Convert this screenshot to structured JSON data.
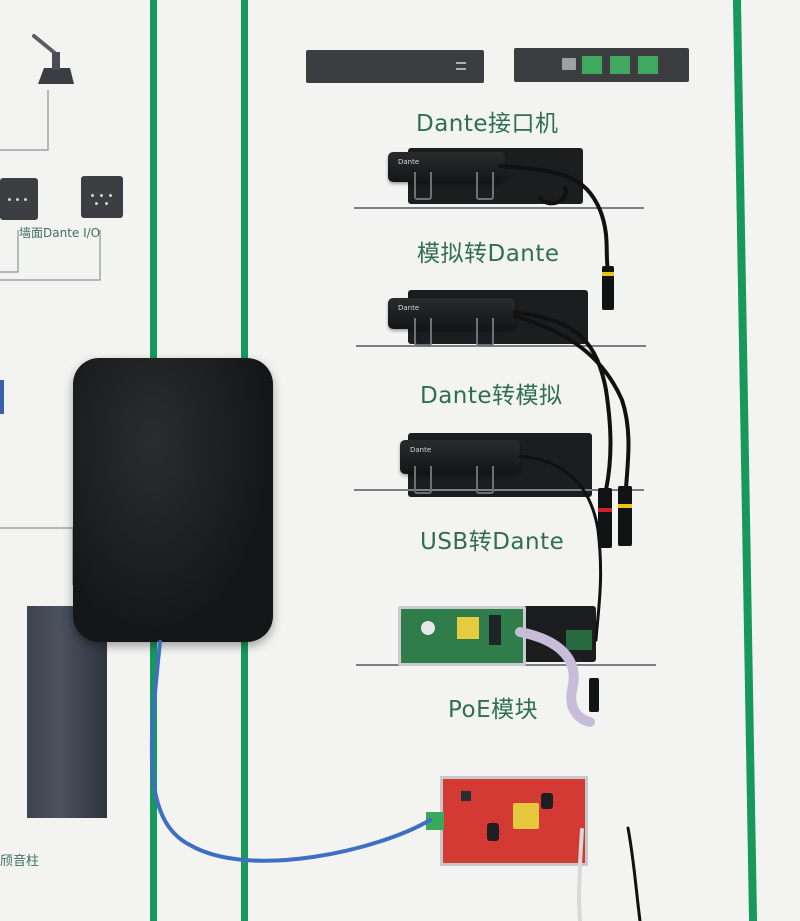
{
  "labels": {
    "dante_interface": "Dante接口机",
    "analog_to_dante": "模拟转Dante",
    "dante_to_analog": "Dante转模拟",
    "usb_to_dante": "USB转Dante",
    "poe_module": "PoE模块",
    "wall_dante_io": "墙面Dante I/O",
    "column_speaker_partial": "颀音柱"
  },
  "device_marks": {
    "brand": "Dante",
    "io": "I/O"
  },
  "colors": {
    "board_green": "#17995b",
    "label_green": "#2f6e52",
    "device_black": "#1c1d1f",
    "pcb_red": "#d33a33",
    "pcb_green": "#2f7d4a",
    "cable_blue": "#3f6fc0"
  }
}
